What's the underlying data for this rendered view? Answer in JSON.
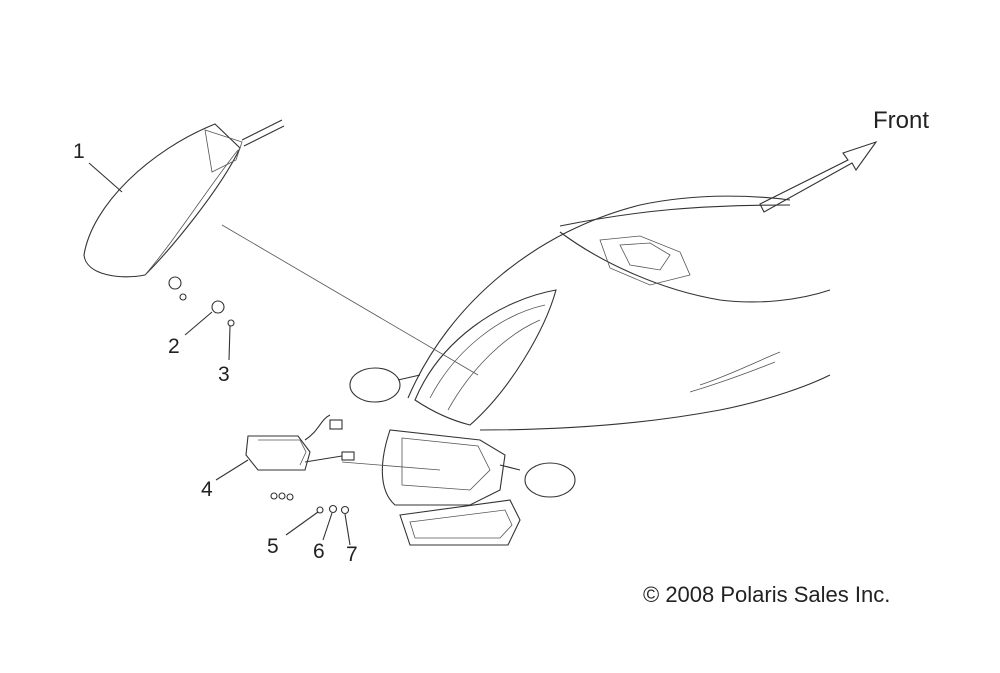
{
  "diagram": {
    "direction_label": "Front",
    "copyright": "© 2008 Polaris Sales Inc.",
    "callouts": [
      {
        "id": "1"
      },
      {
        "id": "2"
      },
      {
        "id": "3"
      },
      {
        "id": "4"
      },
      {
        "id": "5"
      },
      {
        "id": "6"
      },
      {
        "id": "7"
      }
    ],
    "colors": {
      "line": "#333333",
      "background": "#ffffff"
    }
  }
}
